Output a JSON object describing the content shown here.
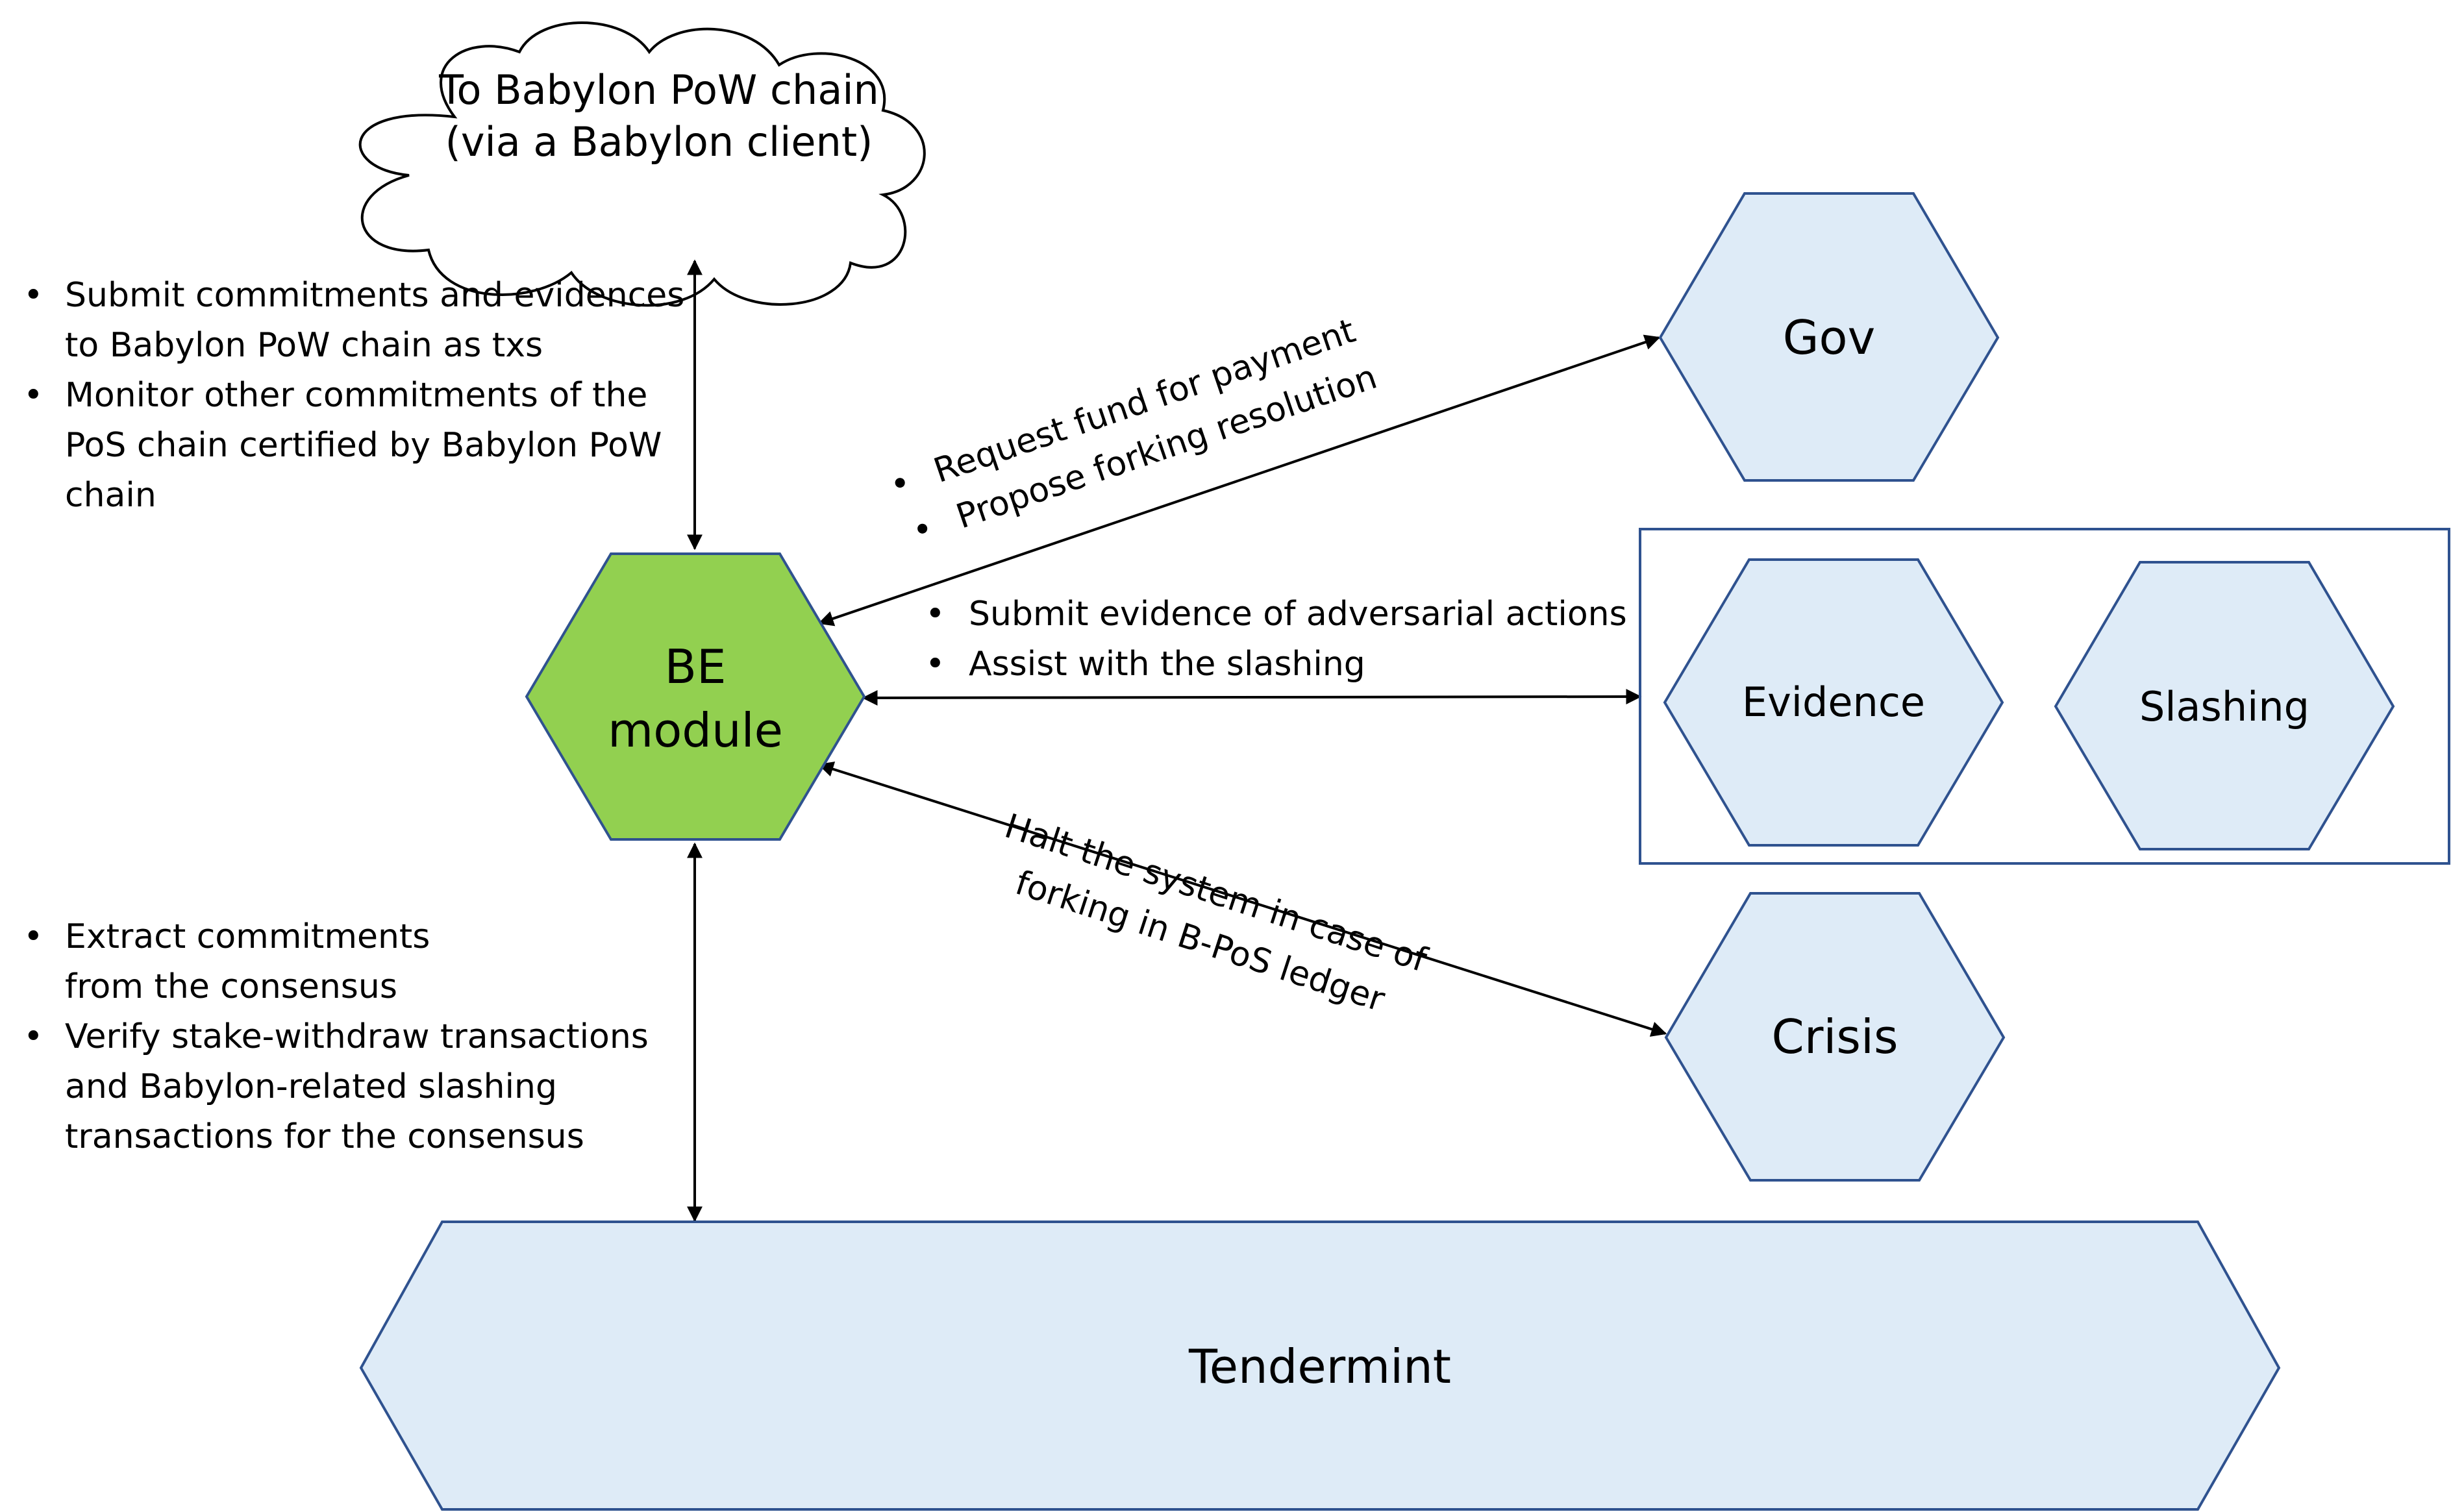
{
  "cloud": {
    "line1": "To Babylon PoW chain",
    "line2": "(via a Babylon client)"
  },
  "nodes": {
    "be_module": {
      "line1": "BE",
      "line2": "module"
    },
    "gov": "Gov",
    "evidence": "Evidence",
    "slashing": "Slashing",
    "crisis": "Crisis",
    "tendermint": "Tendermint"
  },
  "notes": {
    "top_left": [
      {
        "bullet": "•",
        "lines": [
          "Submit commitments and evidences",
          "to Babylon PoW chain as txs"
        ]
      },
      {
        "bullet": "•",
        "lines": [
          "Monitor other  commitments of the",
          "PoS chain certified by Babylon PoW",
          "chain"
        ]
      }
    ],
    "gov_edge": [
      {
        "bullet": "•",
        "text": "Request fund for payment"
      },
      {
        "bullet": "•",
        "text": "Propose forking resolution"
      }
    ],
    "evidence_edge": [
      {
        "bullet": "•",
        "text": "Submit evidence of adversarial actions"
      },
      {
        "bullet": "•",
        "text": "Assist with the slashing"
      }
    ],
    "crisis_edge": {
      "line1": "Halt the system in case of",
      "line2": "forking in B-PoS ledger"
    },
    "bottom_left": [
      {
        "bullet": "•",
        "lines": [
          "Extract commitments",
          "from the consensus"
        ]
      },
      {
        "bullet": "•",
        "lines": [
          "Verify stake-withdraw transactions",
          "and Babylon-related slashing",
          "transactions for the consensus"
        ]
      }
    ]
  },
  "colors": {
    "be_module_fill": "#92d050",
    "module_fill": "#deebf7",
    "outline": "#2f528f",
    "arrow": "#000000"
  }
}
